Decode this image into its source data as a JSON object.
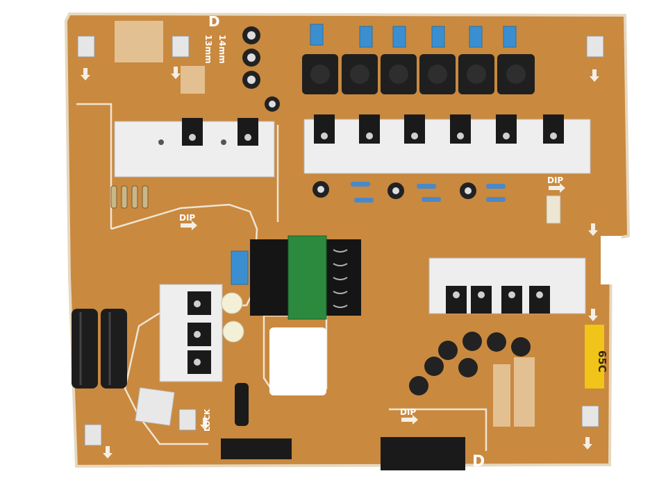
{
  "board": {
    "colors": {
      "substrate": "#c9893f",
      "substrate_dark": "#b47430",
      "silkscreen": "#f4efe4",
      "heatsink": "#eeeeee",
      "inductor": "#1f1f1f",
      "capacitor_blue": "#3b8fd0",
      "transformer_core": "#151515",
      "transformer_winding": "#2c8a3e",
      "label_yellow": "#f0c419"
    },
    "silkscreen": {
      "dim_13": "13mm",
      "dim_14": "14mm",
      "dip_top_right": "DIP",
      "dip_left": "DIP",
      "dip_bottom": "DIP",
      "lock": "LOCK",
      "sticker_code": "65C",
      "bottom_letter": "D",
      "top_letter": "D"
    }
  }
}
